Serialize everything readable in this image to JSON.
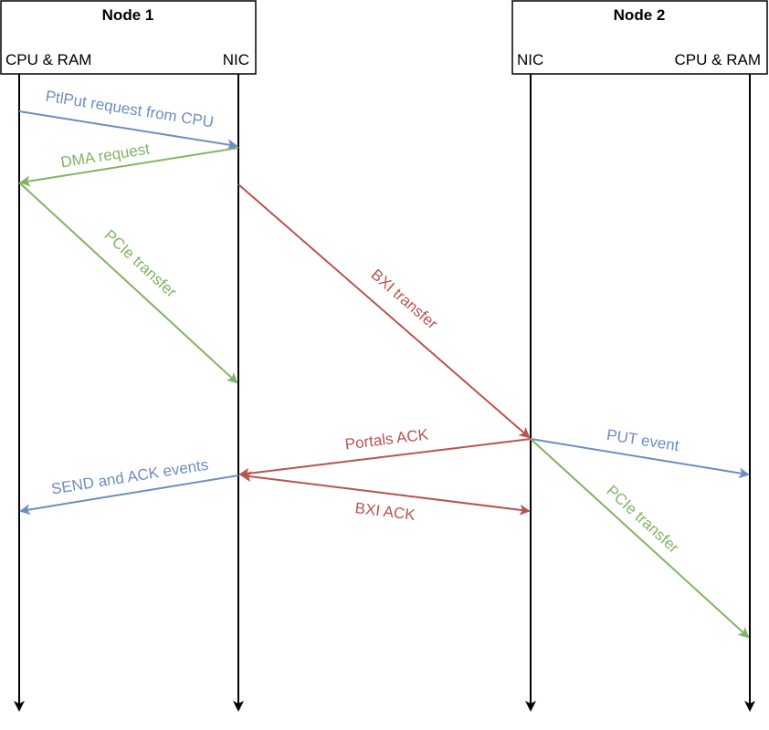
{
  "colors": {
    "blue": "#6c8ebf",
    "green": "#82b366",
    "red": "#b85450",
    "black": "#000000"
  },
  "nodes": {
    "node1": {
      "title": "Node 1",
      "left_label": "CPU & RAM",
      "right_label": "NIC"
    },
    "node2": {
      "title": "Node 2",
      "left_label": "NIC",
      "right_label": "CPU & RAM"
    }
  },
  "messages": {
    "ptlput": {
      "label": "PtlPut request from CPU",
      "color": "blue"
    },
    "dma": {
      "label": "DMA request",
      "color": "green"
    },
    "pcie1": {
      "label": "PCIe transfer",
      "color": "green"
    },
    "bxi_transfer": {
      "label": "BXI transfer",
      "color": "red"
    },
    "portals_ack": {
      "label": "Portals ACK",
      "color": "red"
    },
    "put_event": {
      "label": "PUT event",
      "color": "blue"
    },
    "send_ack_events": {
      "label": "SEND and ACK events",
      "color": "blue"
    },
    "bxi_ack": {
      "label": "BXI ACK",
      "color": "red"
    },
    "pcie2": {
      "label": "PCIe transfer",
      "color": "green"
    }
  }
}
